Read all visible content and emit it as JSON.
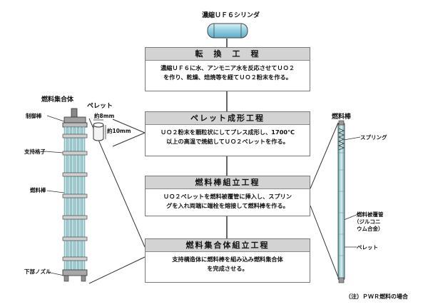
{
  "cylinder": {
    "label": "濃縮ＵＦ６シリンダ"
  },
  "steps": [
    {
      "title": "転　換　工　程",
      "lines": [
        "濃縮ＵＦ６に水、アンモニア水を反応させてＵＯ２",
        "を作り、乾燥、焙焼等を経てＵＯ２粉末を作る。"
      ]
    },
    {
      "title": "ペレット成形工程",
      "lines": [
        "ＵＯ２粉末を顆粒状にしてプレス成形し、1700℃",
        "以上の高温で焼結してＵＯ２ペレットを作る。"
      ]
    },
    {
      "title": "燃料棒組立工程",
      "lines": [
        "ＵＯ２ペレットを燃料被覆管に挿入し、スプリン",
        "グを入れ両端に端栓を熔接して燃料棒を作る。"
      ]
    },
    {
      "title": "燃料集合体組立工程",
      "lines": [
        "支持構造体に燃料棒を組み込み燃料集合体",
        "を完成させる。"
      ]
    }
  ],
  "pellet": {
    "title": "ペレット",
    "diameter": "約8mm",
    "height": "約10mm"
  },
  "assembly": {
    "title": "燃料集合体",
    "control_rod": "制御棒",
    "support_grid": "支持格子",
    "fuel_rod": "燃料棒",
    "bottom_nozzle": "下部ノズル"
  },
  "fuel_rod_detail": {
    "title": "燃料棒",
    "spring": "スプリング",
    "cladding_line1": "燃料被覆管",
    "cladding_line2": "（ジルコニ",
    "cladding_line3": "ウム合金）",
    "pellet": "ペレット"
  },
  "footnote": "（注）ＰＷＲ燃料の場合",
  "colors": {
    "step_header": "#d3d3d3",
    "cylinder": "#9fd6e6",
    "rod": "#a9d4d8"
  }
}
